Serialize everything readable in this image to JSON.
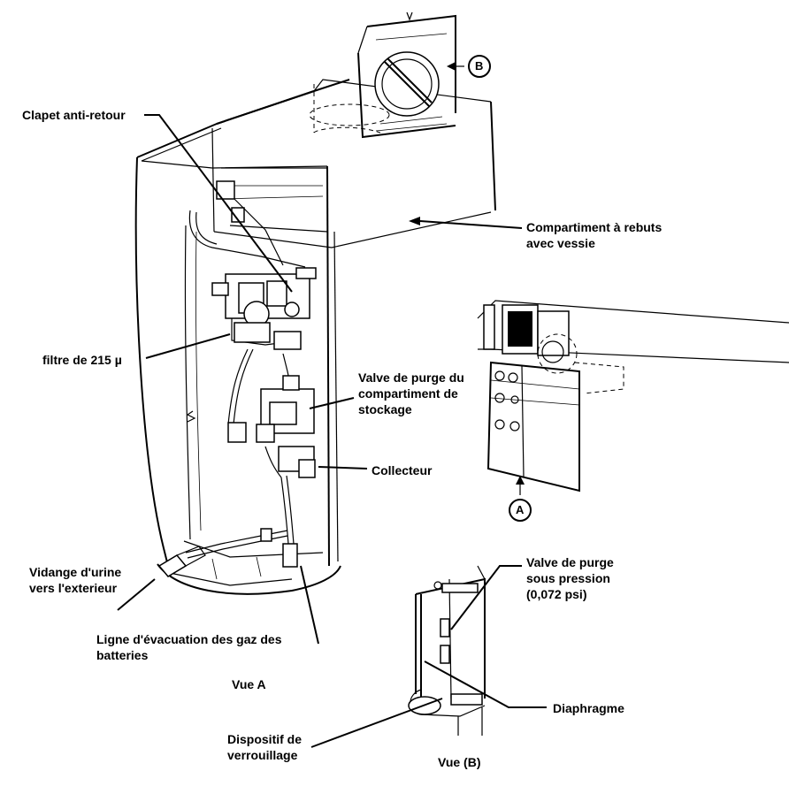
{
  "labels": {
    "check_valve": "Clapet anti-retour",
    "waste_compartment": "Compartiment à rebuts avec vessie",
    "filter": "filtre de 215 µ",
    "storage_purge_valve": "Valve de purge du compartiment de stockage",
    "manifold": "Collecteur",
    "urine_drain": "Vidange d'urine vers l'exterieur",
    "battery_vent_line": "Ligne d'évacuation des gaz des batteries",
    "pressure_purge_valve": "Valve de purge sous pression (0,072 psi)",
    "diaphragm": "Diaphragme",
    "locking_device": "Dispositif de verrouillage"
  },
  "views": {
    "view_a": "Vue A",
    "view_b": "Vue (B)"
  },
  "callouts": {
    "a": "A",
    "b": "B"
  }
}
